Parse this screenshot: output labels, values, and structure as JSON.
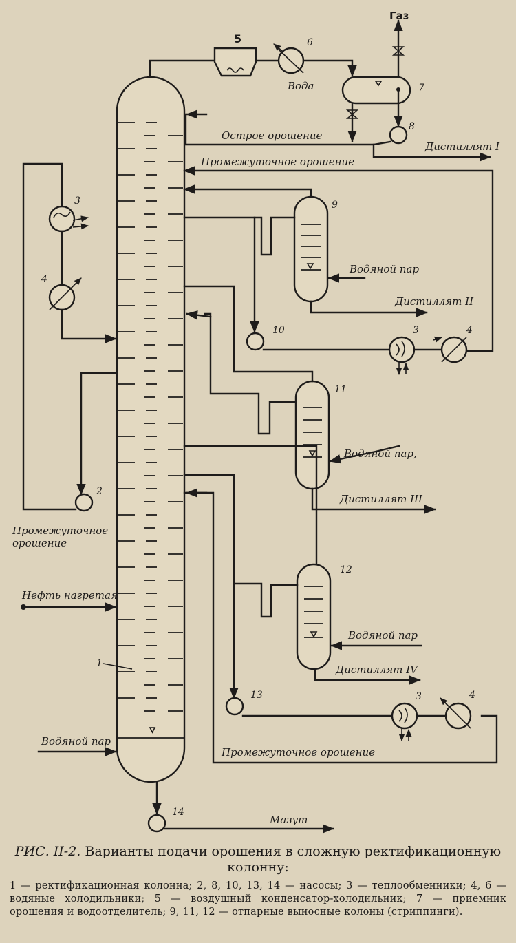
{
  "labels": {
    "gas": "Газ",
    "water": "Вода",
    "sharp_reflux": "Острое орошение",
    "intermediate_reflux_top": "Промежуточное орошение",
    "distillate_1": "Дистиллят I",
    "steam_9": "Водяной пар",
    "distillate_2": "Дистиллят II",
    "steam_11": "Водяной пар,",
    "distillate_3": "Дистиллят III",
    "intermediate_reflux_left_1": "Промежуточное",
    "intermediate_reflux_left_2": "орошение",
    "crude_heated": "Нефть нагретая",
    "steam_12": "Водяной пар",
    "distillate_4": "Дистиллят IV",
    "steam_column": "Водяной пар",
    "intermediate_reflux_bottom": "Промежуточное орошение",
    "mazut": "Мазут"
  },
  "numbers": {
    "n1": "1",
    "n2": "2",
    "n3a": "3",
    "n3b": "3",
    "n3c": "3",
    "n4a": "4",
    "n4b": "4",
    "n4c": "4",
    "n5": "5",
    "n6": "6",
    "n7": "7",
    "n8": "8",
    "n9": "9",
    "n10": "10",
    "n11": "11",
    "n12": "12",
    "n13": "13",
    "n14": "14"
  },
  "caption": {
    "figure": "РИС. II-2.",
    "title": "Варианты подачи орошения в сложную ректификационную колонну:",
    "legend": "1 — ректификационная колонна; 2, 8, 10, 13, 14 — насосы; 3 — теплообменники; 4, 6 — водяные холодильники; 5 — воздушный конденсатор-холодильник; 7 — приемник орошения и водоотделитель; 9, 11, 12 — отпарные выносные колоны (стриппинги)."
  }
}
